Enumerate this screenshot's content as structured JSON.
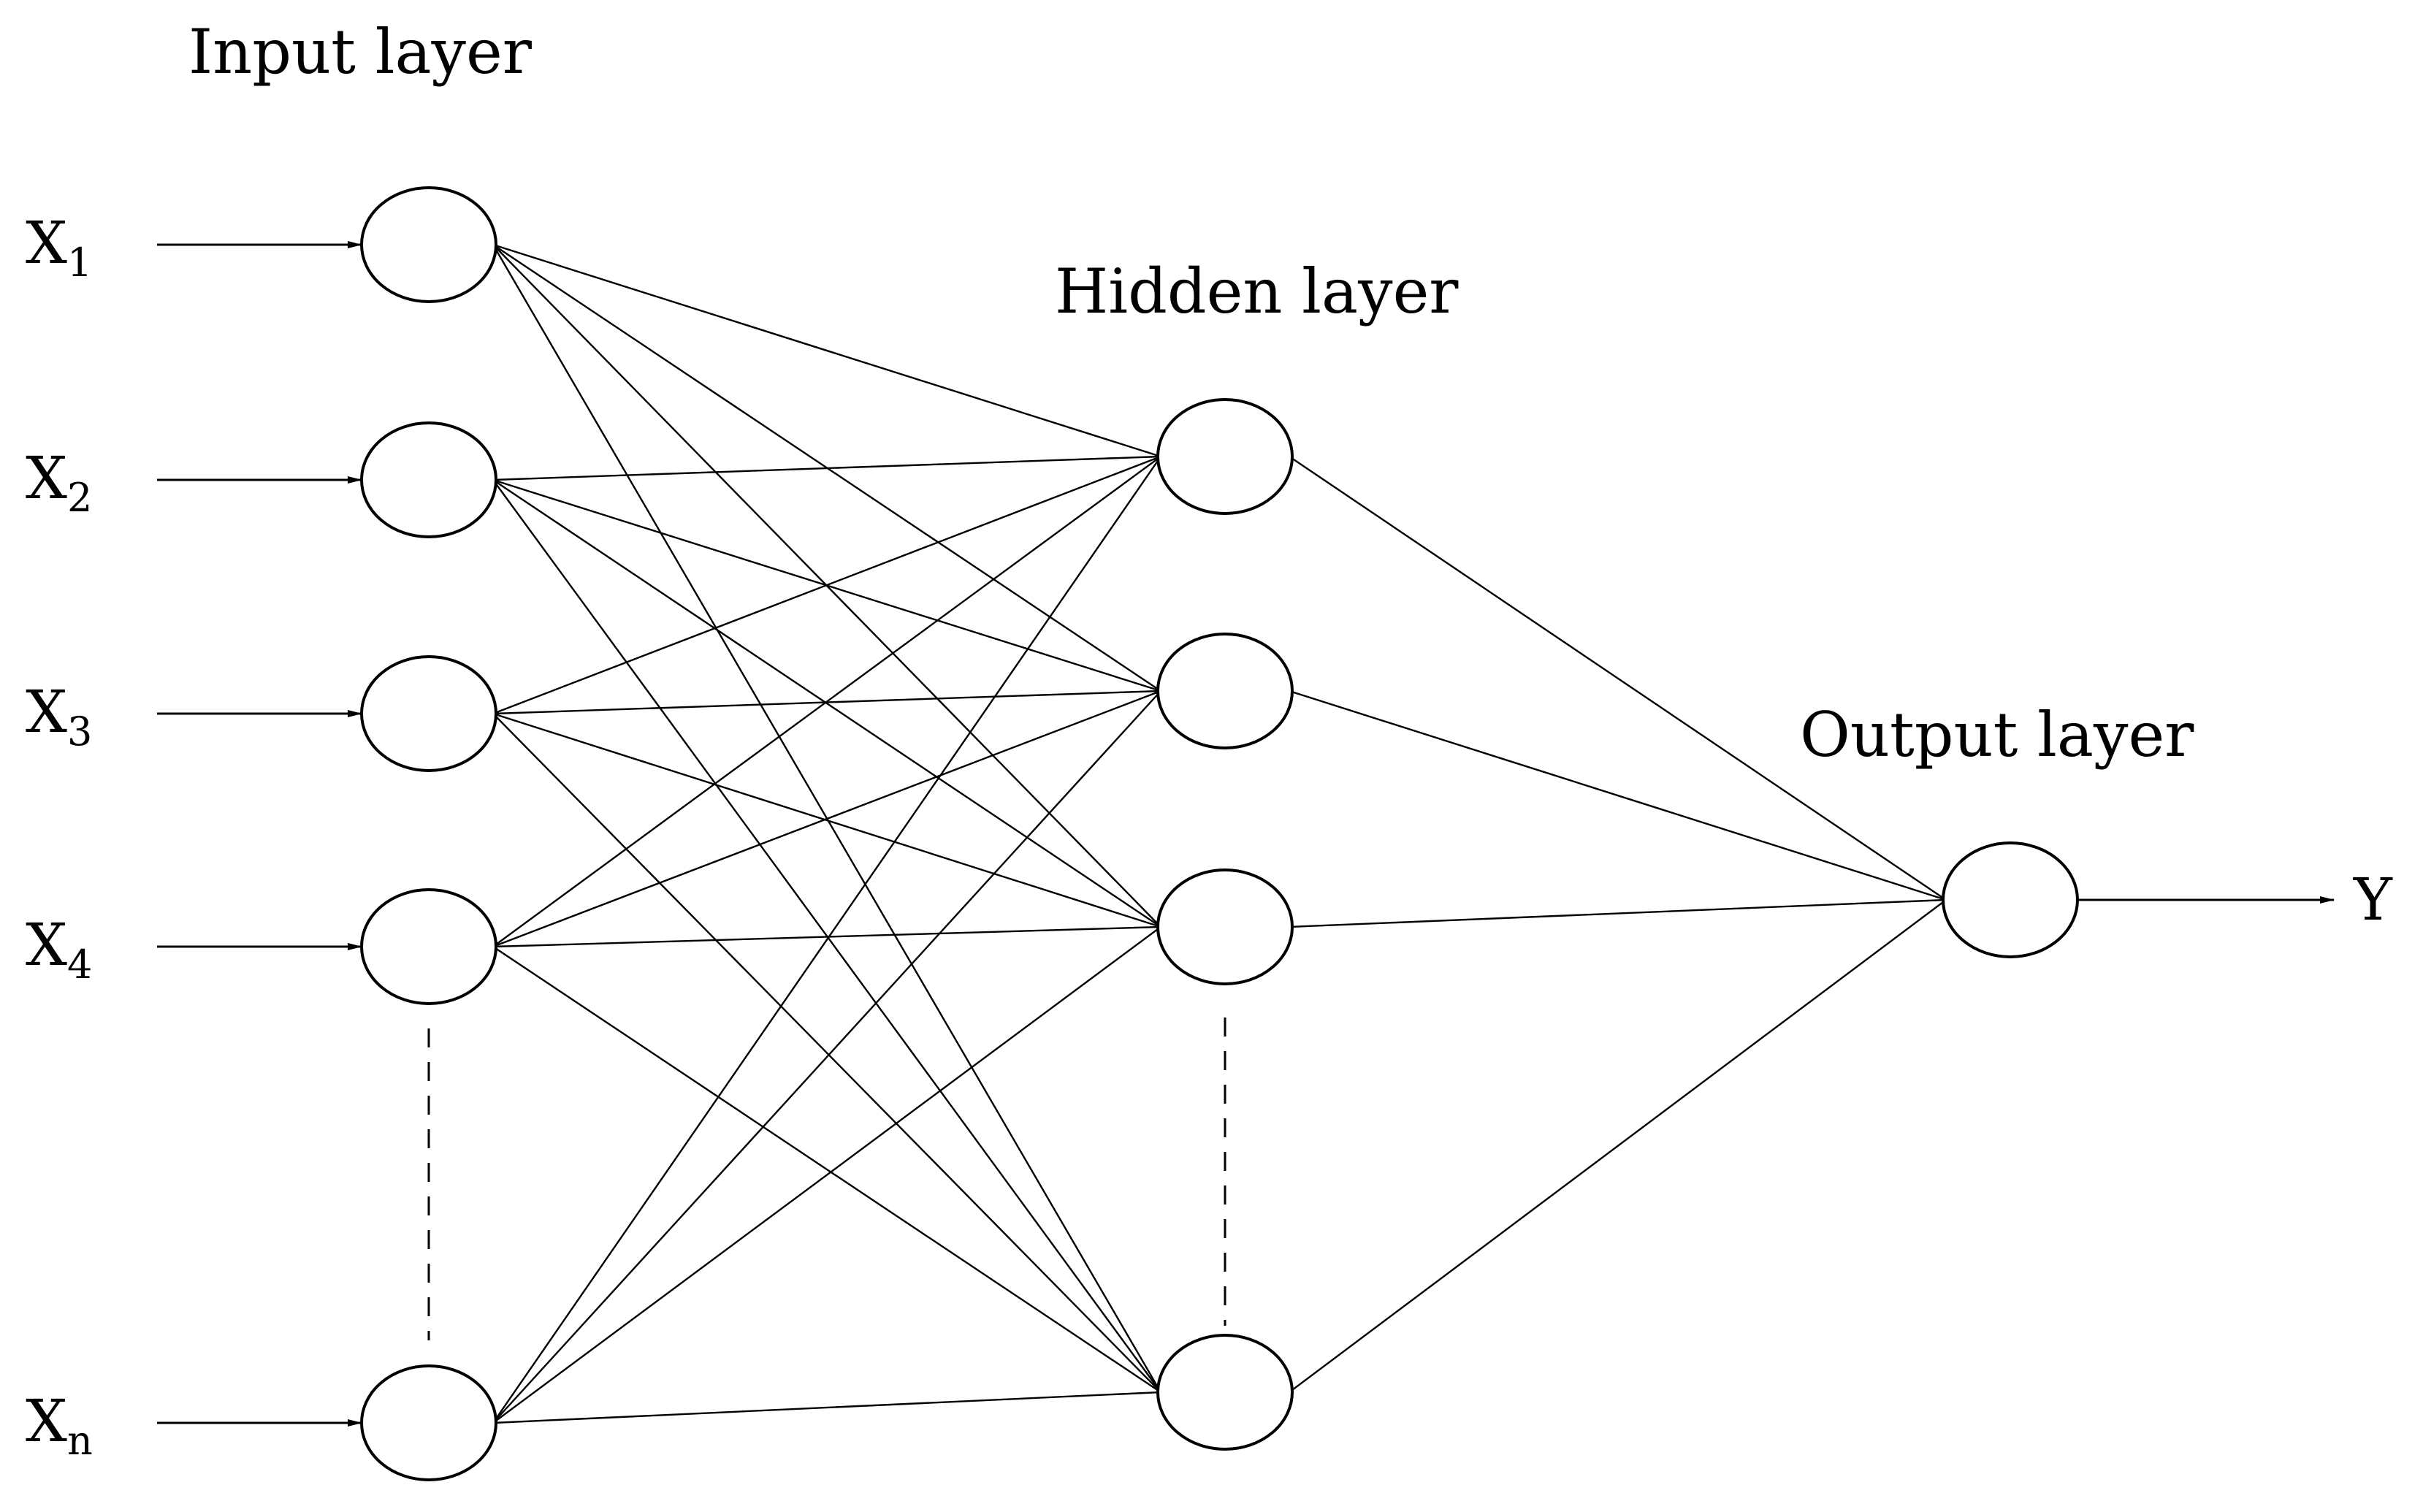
{
  "layers": {
    "input": {
      "title": "Input layer",
      "inputs": [
        {
          "base": "X",
          "sub": "1"
        },
        {
          "base": "X",
          "sub": "2"
        },
        {
          "base": "X",
          "sub": "3"
        },
        {
          "base": "X",
          "sub": "4"
        },
        {
          "base": "X",
          "sub": "n"
        }
      ]
    },
    "hidden": {
      "title": "Hidden layer"
    },
    "output": {
      "title": "Output layer",
      "label": "Y"
    }
  }
}
